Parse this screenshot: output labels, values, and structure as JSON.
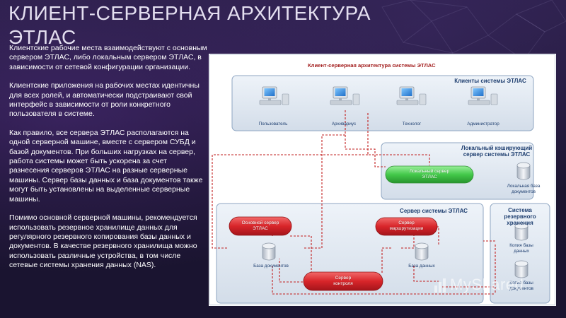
{
  "title": {
    "line1": "КЛИЕНТ-СЕРВЕРНАЯ АРХИТЕКТУРА",
    "line2": "ЭТЛАС"
  },
  "body": {
    "paragraphs": [
      "Клиентские рабочие места взаимодействуют с основным сервером ЭТЛАС, либо локальным сервером ЭТЛАС, в зависимости от сетевой конфигурации организации.",
      "Клиентские приложения на рабочих местах идентичны для всех ролей, и автоматически подстраивают свой интерфейс в зависимости от роли конкретного пользователя в системе.",
      "Как правило, все сервера ЭТЛАС располагаются на одной серверной машине, вместе с сервером СУБД и базой документов. При больших нагрузках на сервер, работа системы может быть ускорена за счет разнесения серверов ЭТЛАС на разные серверные машины. Сервер базы данных и база документов также могут быть установлены на выделенные серверные машины.",
      "Помимо основной серверной машины, рекомендуется использовать резервное хранилище данных для регулярного резервного копирования базы данных и документов. В качестве резервного хранилища можно использовать различные устройства, в том числе сетевые системы хранения данных (NAS)."
    ]
  },
  "diagram": {
    "title": "Клиент-серверная архитектура системы ЭТЛАС",
    "clients_box": {
      "title": "Клиенты системы ЭТЛАС",
      "clients": [
        "Пользователь",
        "Архивариус",
        "Технолог",
        "Администратор"
      ]
    },
    "local_box": {
      "title_line1": "Локальный кэширующий",
      "title_line2": "сервер системы ЭТЛАС",
      "server_line1": "Локальный сервер",
      "server_line2": "ЭТЛАС",
      "db_line1": "Локальная база",
      "db_line2": "документов"
    },
    "server_box": {
      "title": "Сервер системы ЭТЛАС",
      "main_line1": "Основной сервер",
      "main_line2": "ЭТЛАС",
      "routing_line1": "Сервер",
      "routing_line2": "маршрутизации",
      "control_line1": "Сервер",
      "control_line2": "контроля",
      "docs_db": "База документов",
      "data_db": "База данных"
    },
    "backup_box": {
      "title_line1": "Система резервного",
      "title_line2": "хранения",
      "copy1_line1": "Копия базы",
      "copy1_line2": "данных",
      "copy2_line1": "Копия базы",
      "copy2_line2": "документов"
    },
    "colors": {
      "box_fill": "#dfe7f1",
      "box_stroke": "#8fa6c2",
      "red_pill": "#d8252a",
      "green_pill": "#43c84a",
      "connector": "#c21f1f"
    }
  },
  "watermark": {
    "text": "MyShared"
  }
}
